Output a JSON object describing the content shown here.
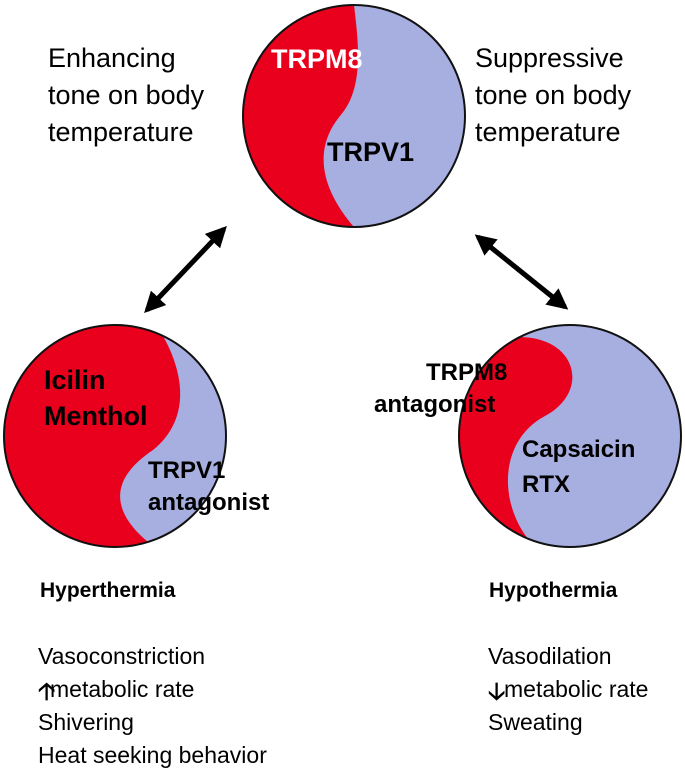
{
  "colors": {
    "trpm8": "#e8001c",
    "trpv1": "#a7aee0",
    "outline": "#111111"
  },
  "top": {
    "left_text": [
      "Enhancing",
      "tone on body",
      "temperature"
    ],
    "right_text": [
      "Suppressive",
      "tone on body",
      "temperature"
    ],
    "trpm8_label": "TRPM8",
    "trpv1_label": "TRPV1"
  },
  "hyperthermia": {
    "agonists": [
      "Icilin",
      "Menthol"
    ],
    "antagonist": [
      "TRPV1",
      "antagonist"
    ],
    "heading": "Hyperthermia",
    "effects": [
      "Vasoconstriction",
      "metabolic rate",
      "Shivering",
      "Heat seeking behavior"
    ],
    "rate_direction": "up-arrow-icon"
  },
  "hypothermia": {
    "antagonist": [
      "TRPM8",
      "antagonist"
    ],
    "agonists": [
      "Capsaicin",
      "RTX"
    ],
    "heading": "Hypothermia",
    "effects": [
      "Vasodilation",
      "metabolic rate",
      "Sweating"
    ],
    "rate_direction": "down-arrow-icon"
  }
}
